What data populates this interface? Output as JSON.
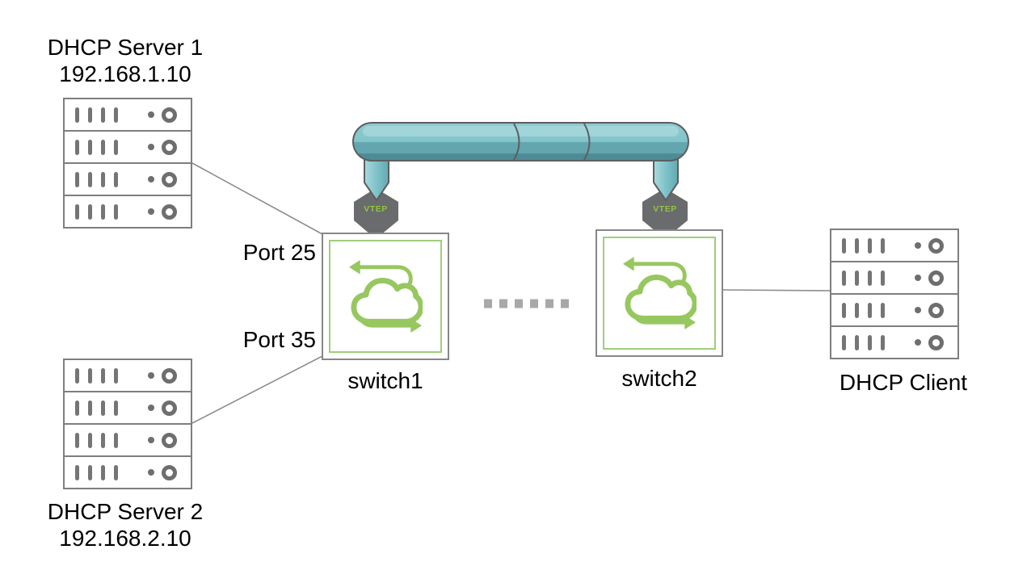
{
  "nodes": {
    "server1": {
      "name": "DHCP Server 1",
      "ip": "192.168.1.10"
    },
    "server2": {
      "name": "DHCP Server 2",
      "ip": "192.168.2.10"
    },
    "switch1": {
      "name": "switch1"
    },
    "switch2": {
      "name": "switch2"
    },
    "client": {
      "name": "DHCP Client"
    }
  },
  "ports": {
    "port25": "Port 25",
    "port35": "Port 35"
  },
  "tunnel": {
    "vtep_left": "VTEP",
    "vtep_right": "VTEP"
  },
  "links": [
    {
      "from": "DHCP Server 1",
      "to": "switch1",
      "port": "Port 25",
      "style": "solid"
    },
    {
      "from": "DHCP Server 2",
      "to": "switch1",
      "port": "Port 35",
      "style": "solid"
    },
    {
      "from": "switch1",
      "to": "switch2",
      "style": "dotted"
    },
    {
      "from": "switch2",
      "to": "DHCP Client",
      "style": "solid"
    },
    {
      "from": "switch1 VTEP",
      "to": "switch2 VTEP",
      "style": "tunnel"
    }
  ],
  "colors": {
    "accent_green": "#8dc63f",
    "icon_green": "#97c75f",
    "tunnel_teal_light": "#82c5ca",
    "tunnel_teal_mid": "#63a6ae",
    "tunnel_teal_dark": "#4d8b95",
    "tunnel_outline": "#5d5e60",
    "vtep_gray": "#6a6b6d",
    "node_gray": "#7b7b7b",
    "line_gray": "#8c8c8c",
    "dotted_gray": "#a8a8a8",
    "text": "#000000",
    "background": "#ffffff"
  }
}
